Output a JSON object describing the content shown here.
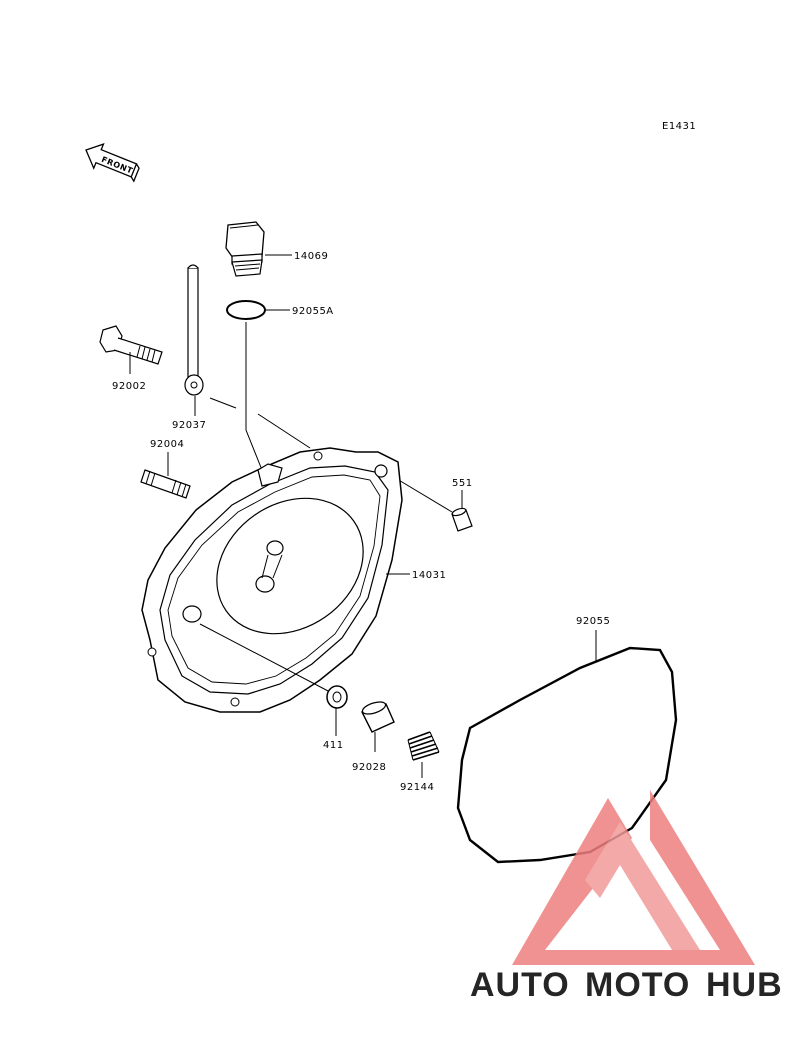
{
  "diagram_code": "E1431",
  "front_label": "FRONT",
  "parts": {
    "p14069": "14069",
    "p92055A": "92055A",
    "p92002": "92002",
    "p92037": "92037",
    "p92004": "92004",
    "p551": "551",
    "p14031": "14031",
    "p92055": "92055",
    "p411": "411",
    "p92028": "92028",
    "p92144": "92144"
  },
  "watermark": {
    "part1": "AUTO",
    "part2": "MOTO",
    "part3": "HUB",
    "color_orange": "#f5b97a",
    "color_red": "#ef7f7f",
    "color_gray": "#8c8c8c"
  }
}
